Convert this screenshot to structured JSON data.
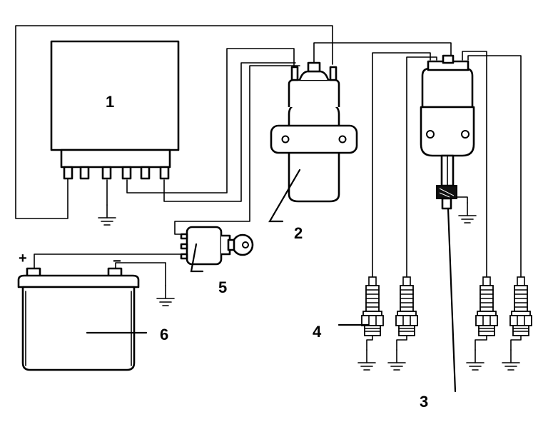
{
  "labels": {
    "ecu": "1",
    "ignition_coil": "2",
    "distributor": "3",
    "spark_plug": "4",
    "ignition_switch": "5",
    "battery": "6"
  },
  "battery_terminals": {
    "positive": "+",
    "negative": "−"
  },
  "colors": {
    "line": "#000000",
    "background": "#ffffff"
  }
}
